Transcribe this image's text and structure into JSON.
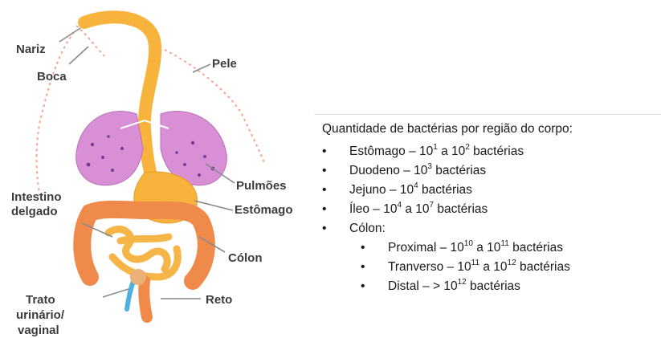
{
  "labels": {
    "nariz": "Nariz",
    "boca": "Boca",
    "pele": "Pele",
    "pulmoes": "Pulmões",
    "intestino_1": "Intestino",
    "intestino_2": "delgado",
    "estomago": "Estômago",
    "colon": "Cólon",
    "reto": "Reto",
    "trato_1": "Trato",
    "trato_2": "urinário/",
    "trato_3": "vaginal"
  },
  "info": {
    "title": "Quantidade de bactérias por região do corpo:",
    "bullet": "•",
    "items": [
      {
        "pre": "Estômago – 10",
        "e1": "1",
        "mid": " a 10",
        "e2": "2",
        "post": " bactérias"
      },
      {
        "pre": "Duodeno – 10",
        "e1": "3",
        "mid": "",
        "e2": "",
        "post": " bactérias"
      },
      {
        "pre": "Jejuno – 10",
        "e1": "4",
        "mid": "",
        "e2": "",
        "post": " bactérias"
      },
      {
        "pre": "Íleo – 10",
        "e1": "4",
        "mid": " a 10",
        "e2": "7",
        "post": " bactérias"
      },
      {
        "pre": "Cólon:",
        "e1": "",
        "mid": "",
        "e2": "",
        "post": ""
      }
    ],
    "subitems": [
      {
        "pre": "Proximal – 10",
        "e1": "10",
        "mid": " a 10",
        "e2": "11",
        "post": " bactérias"
      },
      {
        "pre": "Tranverso – 10",
        "e1": "11",
        "mid": " a 10",
        "e2": "12",
        "post": " bactérias"
      },
      {
        "pre": "Distal – > 10",
        "e1": "12",
        "mid": "",
        "e2": "",
        "post": " bactérias"
      }
    ]
  },
  "colors": {
    "organ_orange": "#f7b33c",
    "lung_pink": "#d98fd6",
    "lung_spots": "#7a3d92",
    "colon_orange": "#f08a4b",
    "dotted_skin": "#f4a58a",
    "leader_line": "#8a8a8a"
  }
}
